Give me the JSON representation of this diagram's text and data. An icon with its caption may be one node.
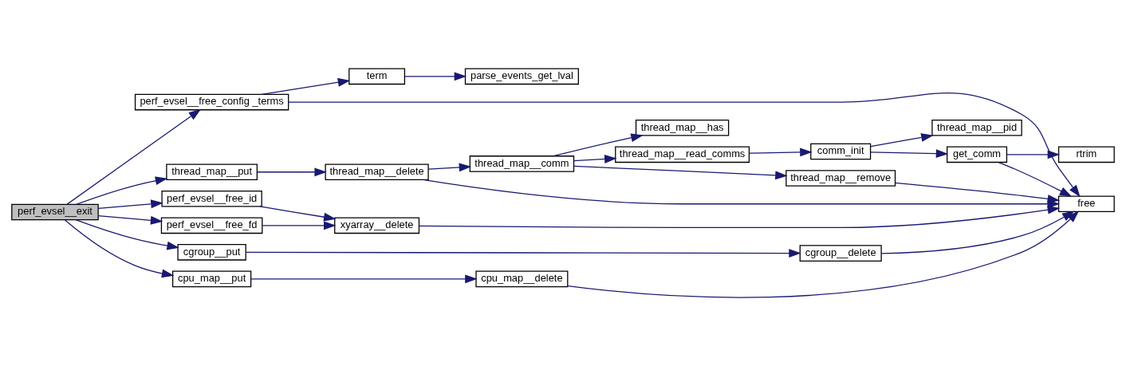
{
  "diagram": {
    "nodes": [
      {
        "text": [
          "perf_evsel__exit"
        ]
      },
      {
        "text": [
          "perf_evsel__free_fd"
        ]
      },
      {
        "text": [
          "perf_evsel__free_id"
        ]
      },
      {
        "text": [
          "perf_evsel__free_config _terms"
        ]
      },
      {
        "text": [
          "xyarray__delete"
        ]
      },
      {
        "text": [
          "term"
        ]
      },
      {
        "text": [
          "parse_events_get_lval"
        ]
      },
      {
        "text": [
          "cgroup__put"
        ]
      },
      {
        "text": [
          "cgroup__delete"
        ]
      },
      {
        "text": [
          "cpu_map__put"
        ]
      },
      {
        "text": [
          "cpu_map__delete"
        ]
      },
      {
        "text": [
          "thread_map__put"
        ]
      },
      {
        "text": [
          "thread_map__delete"
        ]
      },
      {
        "text": [
          "thread_map__comm"
        ]
      },
      {
        "text": [
          "thread_map__remove"
        ]
      },
      {
        "text": [
          "thread_map__has"
        ]
      },
      {
        "text": [
          "thread_map__read_comms"
        ]
      },
      {
        "text": [
          "comm_init"
        ]
      },
      {
        "text": [
          "thread_map__pid"
        ]
      },
      {
        "text": [
          "get_comm"
        ]
      },
      {
        "text": [
          "rtrim"
        ]
      },
      {
        "text": [
          "free"
        ]
      }
    ],
    "edges": [
      {
        "from": 0,
        "to": 1,
        "arrow": "to"
      },
      {
        "from": 0,
        "to": 2,
        "arrow": "to"
      },
      {
        "from": 0,
        "to": 3,
        "arrow": "to"
      },
      {
        "from": 0,
        "to": 7,
        "arrow": "to"
      },
      {
        "from": 0,
        "to": 9,
        "arrow": "to"
      },
      {
        "from": 0,
        "to": 11,
        "arrow": "to"
      },
      {
        "from": 1,
        "to": 4,
        "arrow": "to"
      },
      {
        "from": 2,
        "to": 4,
        "arrow": "to"
      },
      {
        "from": 4,
        "to": 21,
        "arrow": "to"
      },
      {
        "from": 3,
        "to": 21,
        "arrow": "to"
      },
      {
        "from": 3,
        "to": 5,
        "arrow": "to"
      },
      {
        "from": 5,
        "to": 6,
        "arrow": "to"
      },
      {
        "from": 7,
        "to": 8,
        "arrow": "to"
      },
      {
        "from": 8,
        "to": 21,
        "arrow": "to"
      },
      {
        "from": 9,
        "to": 10,
        "arrow": "to"
      },
      {
        "from": 10,
        "to": 21,
        "arrow": "to"
      },
      {
        "from": 11,
        "to": 12,
        "arrow": "to"
      },
      {
        "from": 12,
        "to": 21,
        "arrow": "to"
      },
      {
        "from": 12,
        "to": 13,
        "arrow": "to"
      },
      {
        "from": 13,
        "to": 14,
        "arrow": "to"
      },
      {
        "from": 14,
        "to": 21,
        "arrow": "to"
      },
      {
        "from": 13,
        "to": 15,
        "arrow": "to"
      },
      {
        "from": 13,
        "to": 16,
        "arrow": "to"
      },
      {
        "from": 16,
        "to": 17,
        "arrow": "to"
      },
      {
        "from": 17,
        "to": 18,
        "arrow": "to"
      },
      {
        "from": 17,
        "to": 19,
        "arrow": "to"
      },
      {
        "from": 19,
        "to": 21,
        "arrow": "to"
      },
      {
        "from": 19,
        "to": 20,
        "arrow": "to"
      }
    ]
  }
}
